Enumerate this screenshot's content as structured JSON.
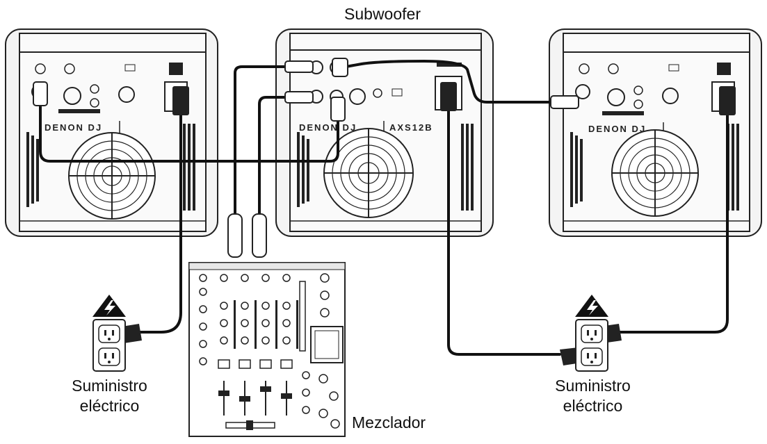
{
  "labels": {
    "subwoofer": "Subwoofer",
    "power_left_line1": "Suministro",
    "power_left_line2": "eléctrico",
    "power_right_line1": "Suministro",
    "power_right_line2": "eléctrico",
    "mixer": "Mezclador"
  },
  "devices": {
    "speaker_brand": "DENON DJ",
    "sub_brand": "DENON DJ",
    "sub_model": "AXS12B"
  },
  "icons": {
    "warning": "high-voltage-warning-icon",
    "outlet": "power-outlet-icon"
  },
  "colors": {
    "line": "#111111",
    "panel": "#f4f4f4",
    "warning": "#111111"
  }
}
